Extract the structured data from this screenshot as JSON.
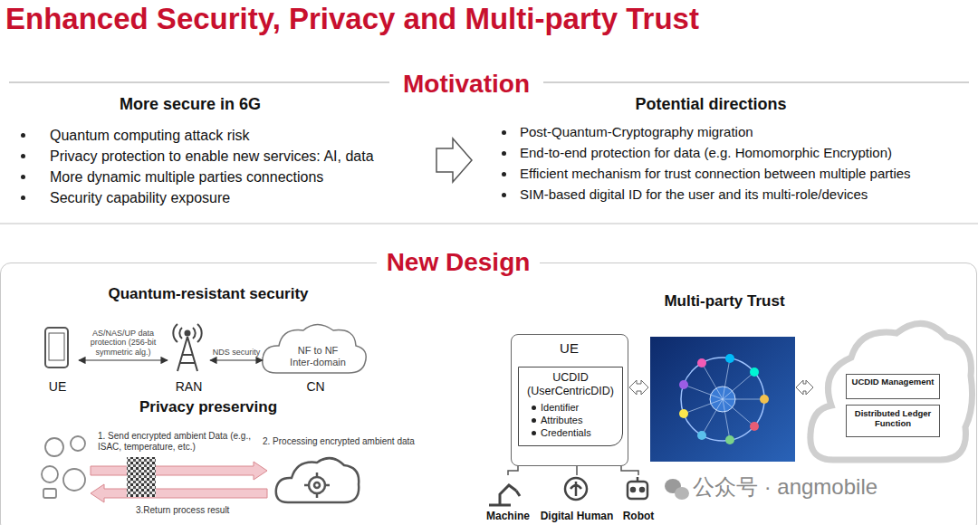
{
  "diagram": {
    "title": "Enhanced Security, Privacy and Multi-party Trust",
    "nodes": [
      {
        "text": [
          "Motivation"
        ]
      },
      {
        "text": [
          "More secure in 6G",
          "Quantum computing attack risk",
          "Privacy protection to enable new services: AI, data",
          "More dynamic multiple parties connections",
          "Security capability exposure"
        ],
        "in": 0
      },
      {
        "text": [
          "Potential directions",
          "Post-Quantum-Cryptography migration",
          "End-to-end protection for data (e.g. Homomorphic Encryption)",
          "Efficient mechanism for trust connection between multiple parties",
          "SIM-based digital ID for the user and its multi-role/devices"
        ],
        "in": 0
      },
      {
        "text": [
          "New Design"
        ]
      },
      {
        "text": [
          "UE"
        ],
        "in": 3
      },
      {
        "text": [
          "RAN"
        ],
        "in": 3
      },
      {
        "text": [
          "NF to NF Inter-domain",
          "CN"
        ],
        "in": 3
      },
      {
        "text": [
          "UE"
        ],
        "in": 3
      },
      {
        "text": [
          "UCDID (UserCentricDID)",
          "Identifier",
          "Attributes",
          "Credentials"
        ],
        "in": 7
      },
      {
        "text": [
          "UCDID Management"
        ],
        "in": 3
      },
      {
        "text": [
          "Distributed Ledger Function"
        ],
        "in": 3
      },
      {
        "text": [
          "Machine"
        ],
        "in": 3
      },
      {
        "text": [
          "Digital Human"
        ],
        "in": 3
      },
      {
        "text": [
          "Robot"
        ],
        "in": 3
      }
    ],
    "edges": [
      {
        "from": 4,
        "to": 5,
        "arrow": "both",
        "label": "AS/NAS/UP data protection (256-bit symmetric alg.)"
      },
      {
        "from": 5,
        "to": 6,
        "arrow": "both",
        "label": "NDS security"
      },
      {
        "from": 7,
        "to": 11,
        "arrow": "none"
      },
      {
        "from": 7,
        "to": 12,
        "arrow": "none"
      },
      {
        "from": 7,
        "to": 13,
        "arrow": "none"
      }
    ],
    "labels": [
      "Quantum-resistant security",
      "Privacy preserving",
      "1. Send encrypted ambient Data (e.g., ISAC, temperature, etc.)",
      "2. Processing encrypted ambient data",
      "3.Return process result",
      "Multi-party Trust",
      "公众号 · angmobile"
    ]
  }
}
